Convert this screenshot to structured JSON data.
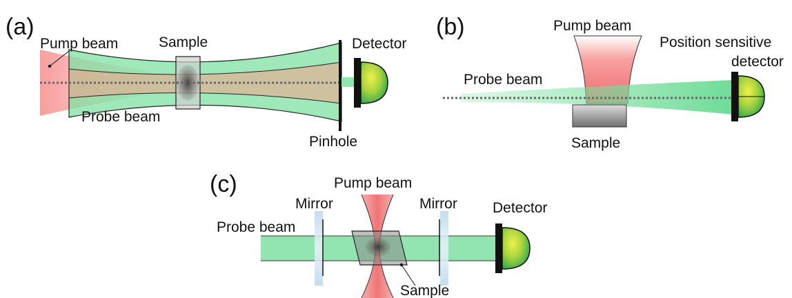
{
  "panels": {
    "a": {
      "label": "(a)",
      "pump_beam": "Pump beam",
      "sample": "Sample",
      "detector": "Detector",
      "probe_beam": "Probe beam",
      "pinhole": "Pinhole"
    },
    "b": {
      "label": "(b)",
      "pump_beam": "Pump beam",
      "probe_beam": "Probe beam",
      "detector_line1": "Position sensitive",
      "detector_line2": "detector",
      "sample": "Sample"
    },
    "c": {
      "label": "(c)",
      "pump_beam": "Pump beam",
      "mirror_left": "Mirror",
      "mirror_right": "Mirror",
      "detector": "Detector",
      "probe_beam": "Probe beam",
      "sample": "Sample"
    }
  },
  "colors": {
    "probe_green": "#7fe0a2",
    "pump_red": "#f58a8a",
    "detector_green": "#36b24a",
    "detector_yellow": "#e4ea3a",
    "mirror_blue": "#cfe3ef",
    "outline": "#111111"
  }
}
